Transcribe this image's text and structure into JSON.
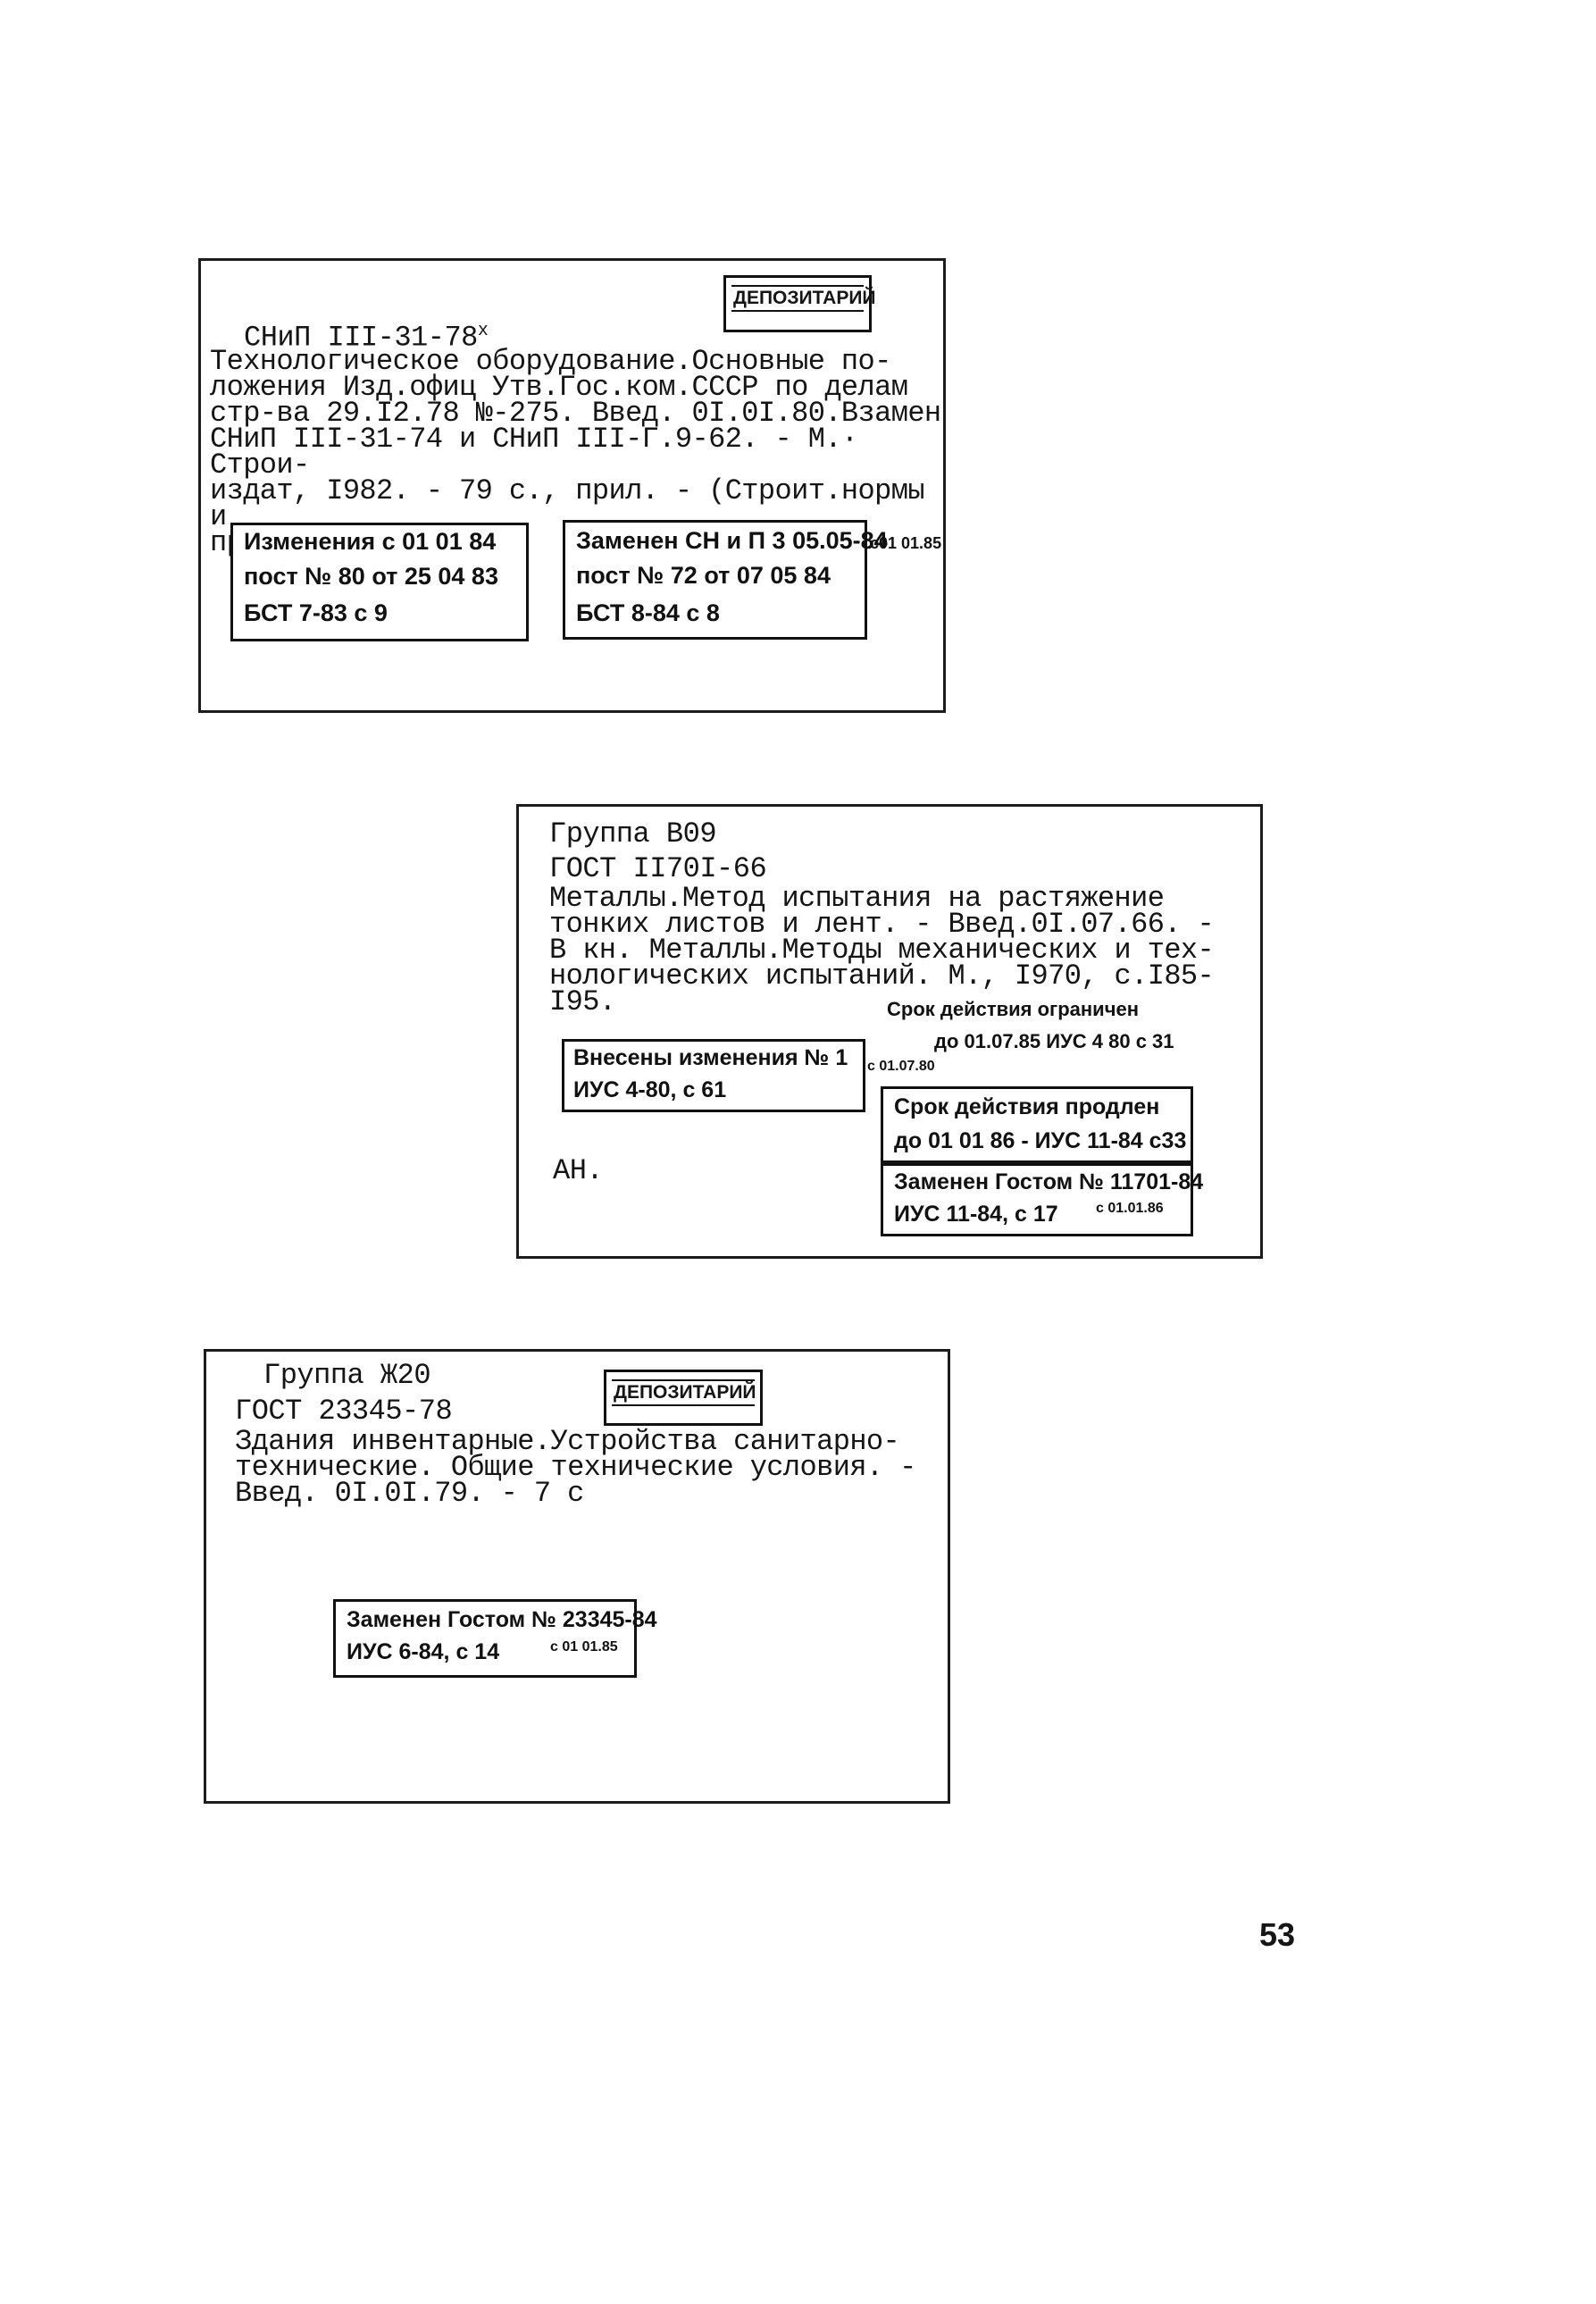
{
  "card1": {
    "stamp_label": "ДЕПОЗИТАРИЙ",
    "code": "СНиП III-31-78",
    "code_sup": "x",
    "body": "  Технологическое оборудование.Основные по-\nложения  Изд.офиц Утв.Гос.ком.СССР по делам\nстр-ва 29.I2.78 №-275. Введ. 0I.0I.80.Взамен\nСНиП III-31-74 и СНиП III-Г.9-62. - М.· Строи-\nиздат, I982. - 79 с., прил. - (Строит.нормы и\nправила).",
    "changes_box": {
      "line1": "Изменения  с 01 01 84",
      "line2": "пост  № 80   от  25 04 83",
      "line3": "БСТ  7-83   с 9"
    },
    "replaced_box": {
      "line1": "Заменен  СН и П 3 05.05-84",
      "line1_tail": "с01 01.85",
      "line2": "пост  № 72   от 07 05 84",
      "line3": "БСТ  8-84  с 8"
    }
  },
  "card2": {
    "group": "Группа В09",
    "code": "ГОСТ II70I-66",
    "body": "  Металлы.Метод испытания на растяжение\nтонких листов и лент. - Введ.0I.07.66. -\nВ кн. Металлы.Методы механических и тех-\nнологических испытаний. М., I970, с.I85-\nI95.",
    "validity_limited": {
      "line1": "Срок действия ограничен",
      "line2": "до 01.07.85   ИУС 4 80 с 31"
    },
    "changes_box": {
      "line1": "Внесены изменения № 1",
      "line1_tail": "с 01.07.80",
      "line2": "ИУС  4-80, с 61"
    },
    "extended_box": {
      "line1": "Срок действия продлен",
      "line2": "до 01 01 86  - ИУС 11-84 с33"
    },
    "replaced_box": {
      "line1": "Заменен  Гостом № 11701-84",
      "line2": "ИУС  11-84, с 17",
      "line2_tail": "с 01.01.86"
    },
    "initials": "АН."
  },
  "card3": {
    "group": "Группа Ж20",
    "stamp_label": "ДЕПОЗИТАРИЙ",
    "code": "ГОСТ 23345-78",
    "body": "  Здания инвентарные.Устройства санитарно-\nтехнические. Общие технические условия. -\nВвед. 0I.0I.79. - 7 с",
    "replaced_box": {
      "line1": "Заменен  Гостом № 23345-84",
      "line2": "ИУС  6-84, с 14",
      "line2_tail": "с 01 01.85"
    }
  },
  "page_number": "53"
}
